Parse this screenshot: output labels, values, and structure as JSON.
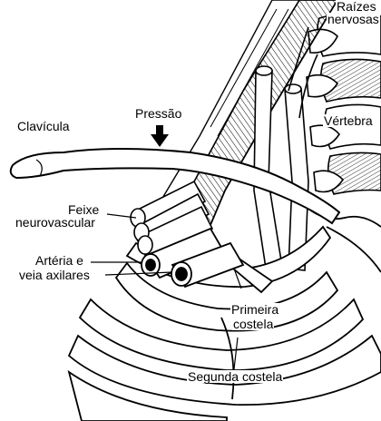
{
  "labels": {
    "clavicula": "Clavícula",
    "pressao": "Pressão",
    "raizes_line1": "Raízes",
    "raizes_line2": "nervosas",
    "vertebra": "Vértebra",
    "feixe_line1": "Feixe",
    "feixe_line2": "neurovascular",
    "arteria_line1": "Artéria e",
    "arteria_line2": "veia axilares",
    "primeira_line1": "Primeira",
    "primeira_line2": "costela",
    "segunda": "Segunda costela"
  },
  "colors": {
    "ink": "#000000",
    "paper": "#ffffff",
    "shade": "#d8d8d8"
  },
  "icons": {
    "pressure_arrow": "arrow-down-icon"
  }
}
